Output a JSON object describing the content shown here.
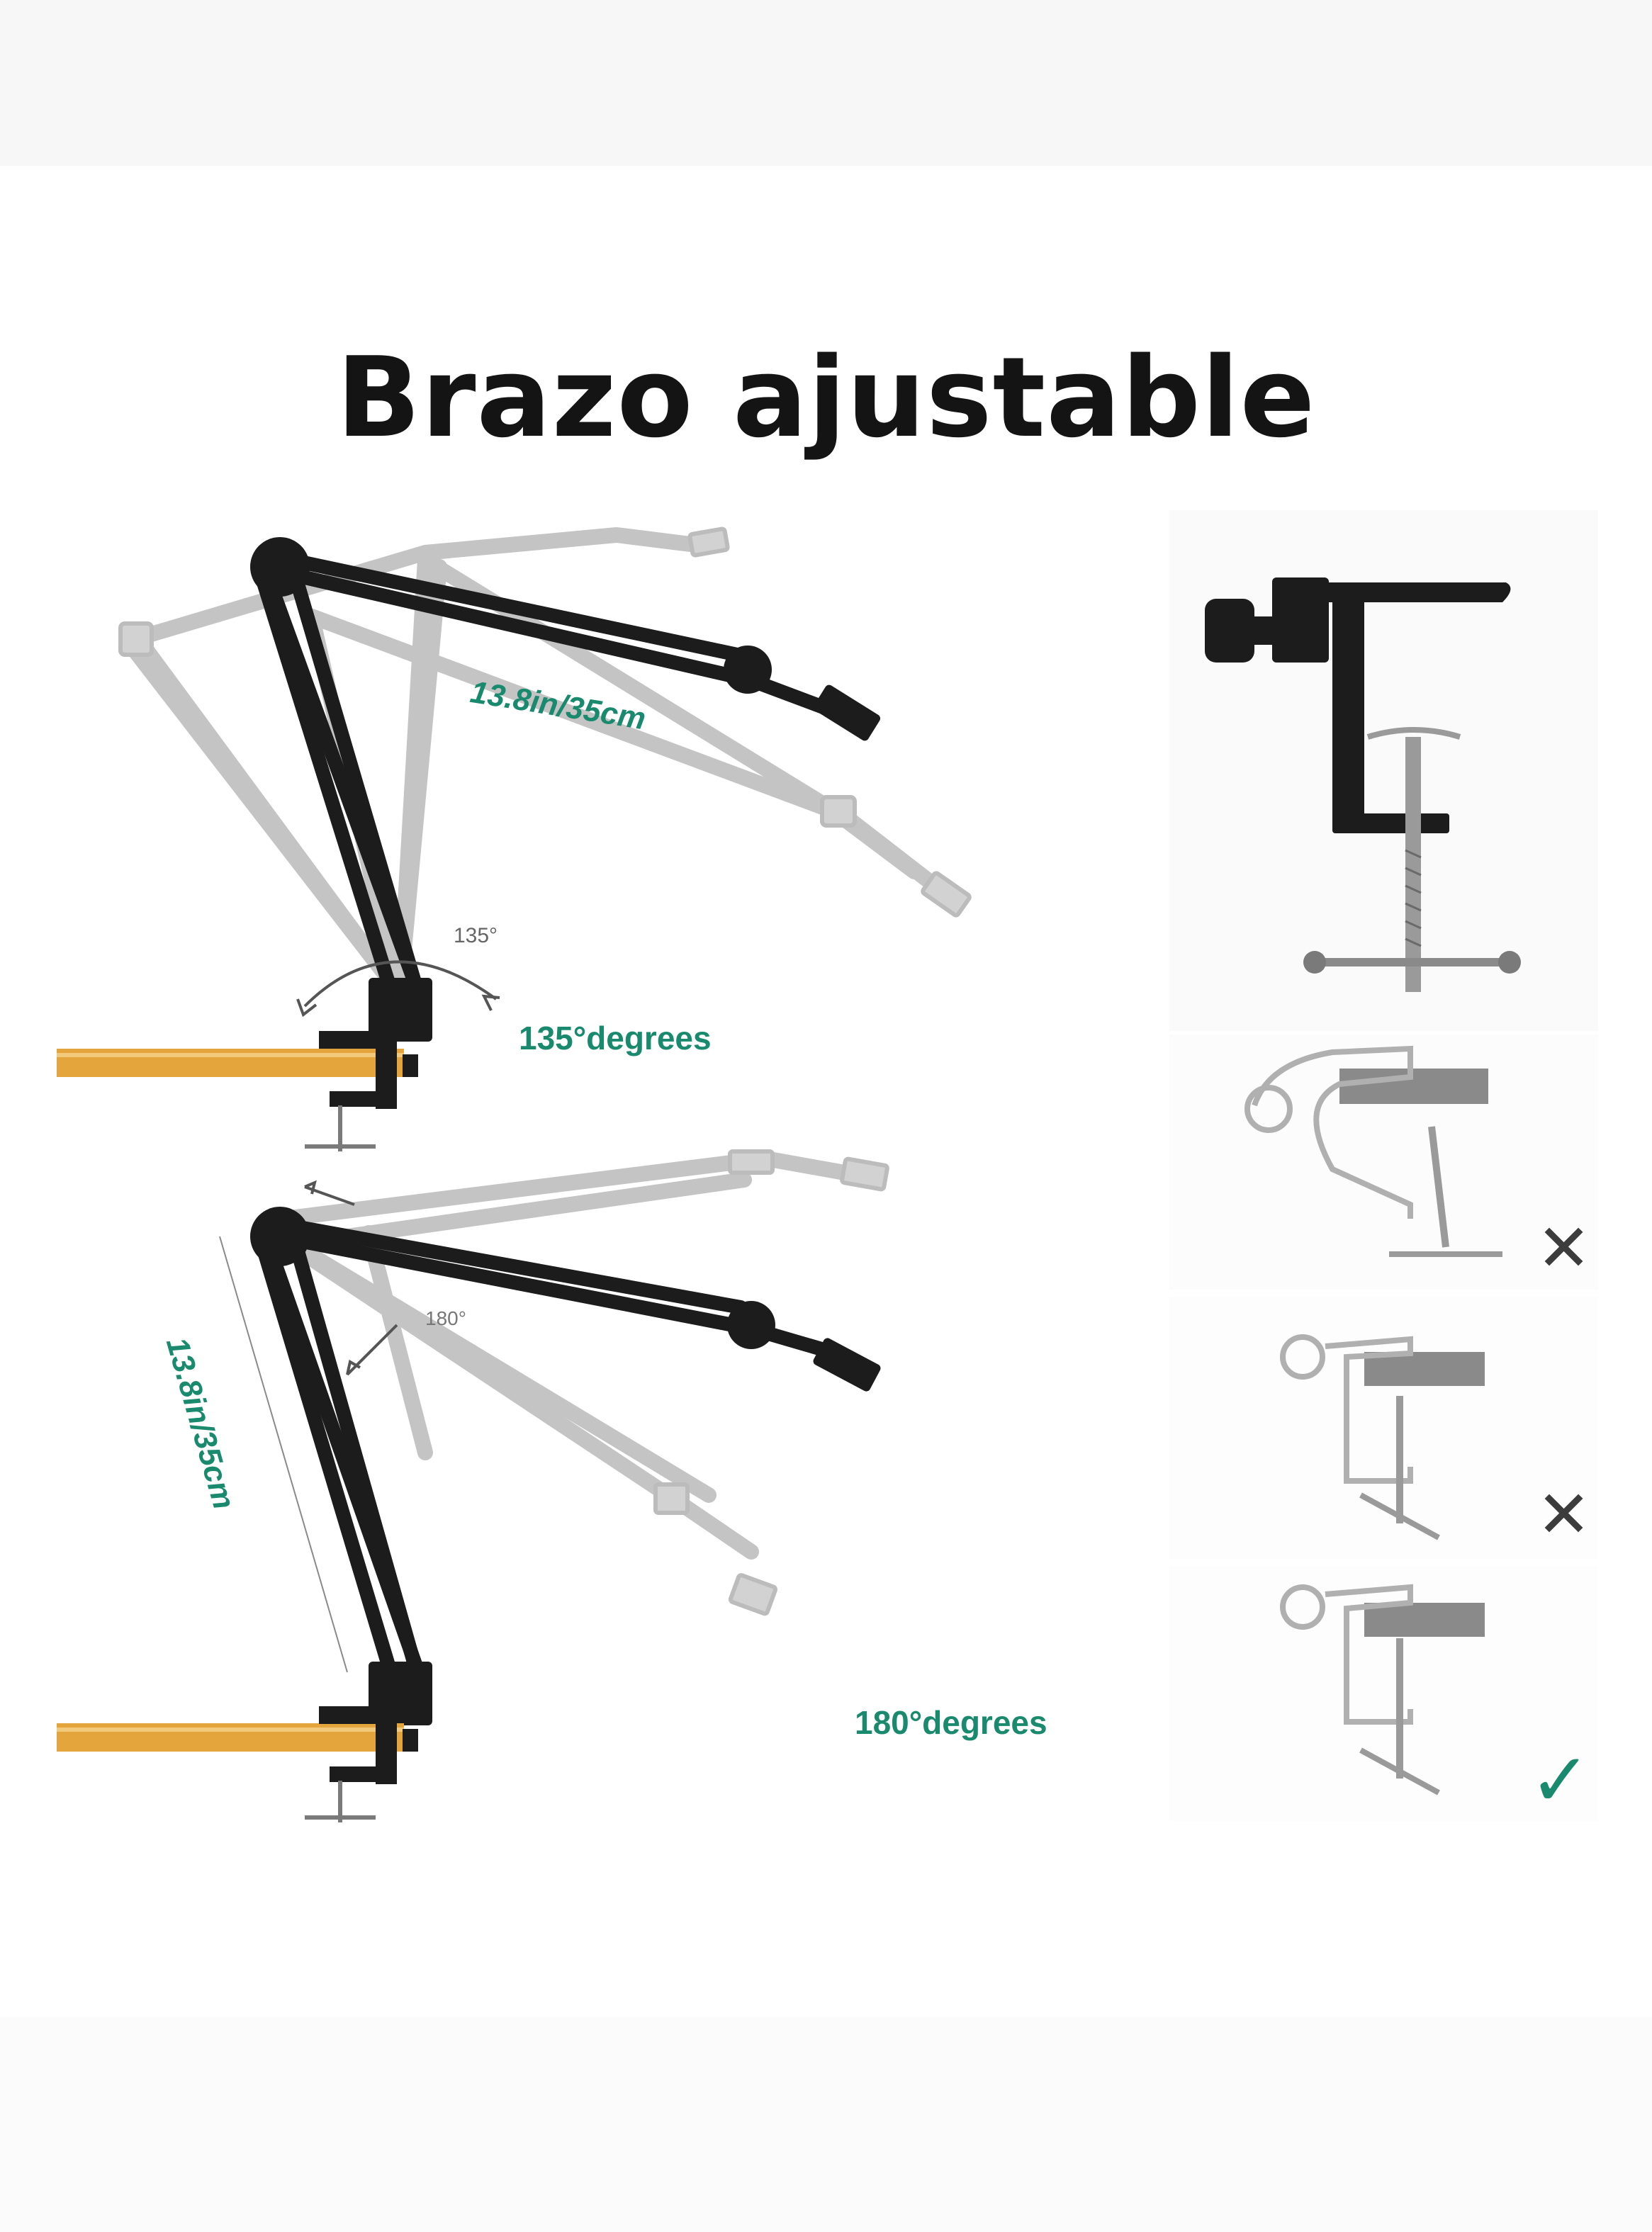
{
  "title": "Brazo ajustable",
  "labels": {
    "arm_length_top": "13.8in/35cm",
    "angle_small": "135°",
    "angle_top": "135°degrees",
    "arm_length_bottom": "13.8in/35cm",
    "angle_small_bottom": "180°",
    "angle_bottom": "180°degrees"
  },
  "marks": {
    "wrong_1": "✕",
    "wrong_2": "✕",
    "correct": "✓"
  },
  "colors": {
    "label_green": "#1a8a6e",
    "arm_black": "#1c1c1c",
    "arm_ghost": "#c2c2c2",
    "desk_wood": "#e3a53c"
  }
}
